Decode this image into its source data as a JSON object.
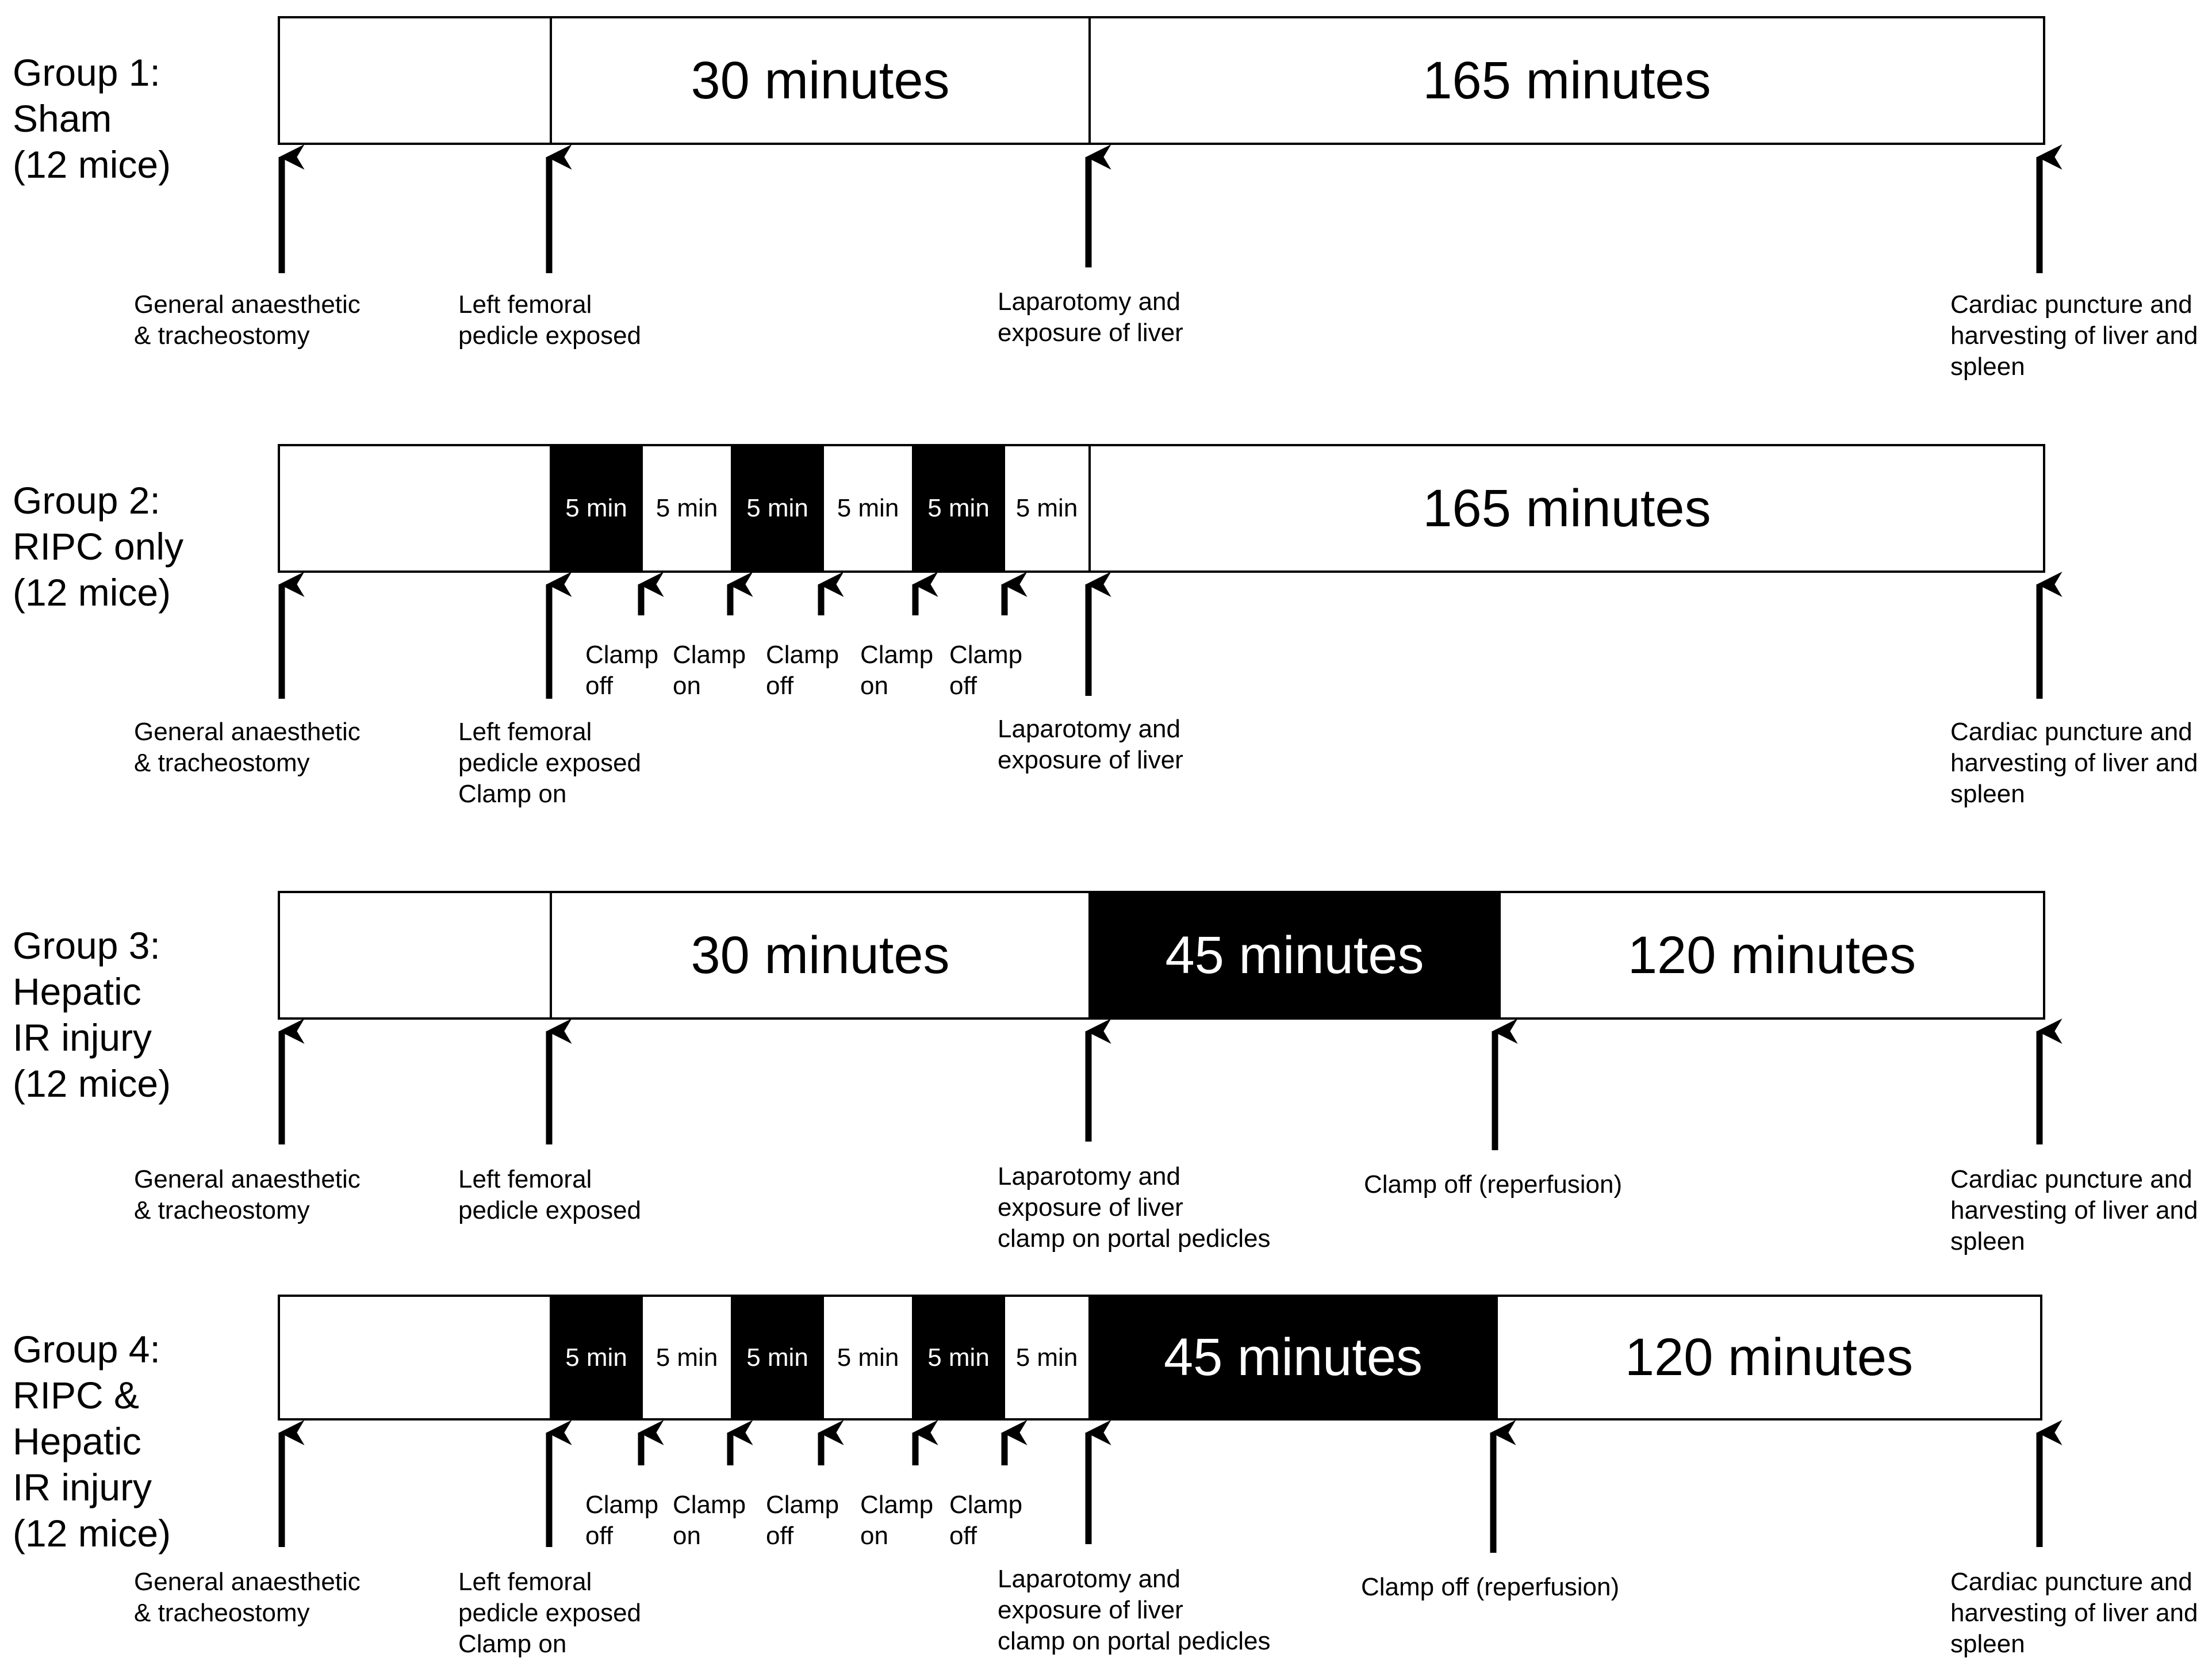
{
  "colors": {
    "line": "#000000",
    "dark_block": "#000000",
    "background": "#ffffff"
  },
  "groups": [
    {
      "id": "g1",
      "label_lines": [
        "Group 1:",
        "Sham",
        "(12 mice)"
      ],
      "segments": [
        {
          "text": "",
          "dark": false,
          "size": "big"
        },
        {
          "text": "30 minutes",
          "dark": false,
          "size": "big"
        },
        {
          "text": "165 minutes",
          "dark": false,
          "size": "big"
        }
      ],
      "events": [
        {
          "lines": [
            "General anaesthetic",
            "& tracheostomy"
          ]
        },
        {
          "lines": [
            "Left femoral",
            "pedicle exposed"
          ]
        },
        {
          "lines": [
            "Laparotomy and",
            "exposure of liver"
          ]
        },
        {
          "lines": [
            "Cardiac puncture and",
            "harvesting of liver and",
            "spleen"
          ]
        }
      ],
      "clamp_events": []
    },
    {
      "id": "g2",
      "label_lines": [
        "Group 2:",
        "RIPC only",
        "(12 mice)"
      ],
      "segments": [
        {
          "text": "",
          "dark": false,
          "size": "big"
        },
        {
          "text": "5 min",
          "dark": true,
          "size": "small"
        },
        {
          "text": "5 min",
          "dark": false,
          "size": "small"
        },
        {
          "text": "5 min",
          "dark": true,
          "size": "small"
        },
        {
          "text": "5 min",
          "dark": false,
          "size": "small"
        },
        {
          "text": "5 min",
          "dark": true,
          "size": "small"
        },
        {
          "text": "5 min",
          "dark": false,
          "size": "small"
        },
        {
          "text": "165 minutes",
          "dark": false,
          "size": "big"
        }
      ],
      "events": [
        {
          "lines": [
            "General anaesthetic",
            "& tracheostomy"
          ]
        },
        {
          "lines": [
            "Left femoral",
            "pedicle exposed",
            "Clamp on"
          ]
        },
        {
          "lines": [
            "Laparotomy and",
            "exposure of liver"
          ]
        },
        {
          "lines": [
            "Cardiac puncture and",
            "harvesting of liver and",
            "spleen"
          ]
        }
      ],
      "clamp_events": [
        {
          "lines": [
            "Clamp",
            "off"
          ]
        },
        {
          "lines": [
            "Clamp",
            "on"
          ]
        },
        {
          "lines": [
            "Clamp",
            "off"
          ]
        },
        {
          "lines": [
            "Clamp",
            "on"
          ]
        },
        {
          "lines": [
            "Clamp",
            "off"
          ]
        }
      ]
    },
    {
      "id": "g3",
      "label_lines": [
        "Group 3:",
        "Hepatic",
        "IR injury",
        "(12 mice)"
      ],
      "segments": [
        {
          "text": "",
          "dark": false,
          "size": "big"
        },
        {
          "text": "30 minutes",
          "dark": false,
          "size": "big"
        },
        {
          "text": "45 minutes",
          "dark": true,
          "size": "big"
        },
        {
          "text": "120 minutes",
          "dark": false,
          "size": "big"
        }
      ],
      "events": [
        {
          "lines": [
            "General anaesthetic",
            "& tracheostomy"
          ]
        },
        {
          "lines": [
            "Left femoral",
            "pedicle exposed"
          ]
        },
        {
          "lines": [
            "Laparotomy and",
            "exposure of liver",
            "clamp on portal pedicles"
          ]
        },
        {
          "lines": [
            "Clamp off (reperfusion)"
          ]
        },
        {
          "lines": [
            "Cardiac puncture and",
            "harvesting of liver and",
            "spleen"
          ]
        }
      ],
      "clamp_events": []
    },
    {
      "id": "g4",
      "label_lines": [
        "Group 4:",
        "RIPC &",
        "Hepatic",
        "IR injury",
        "(12 mice)"
      ],
      "segments": [
        {
          "text": "",
          "dark": false,
          "size": "big"
        },
        {
          "text": "5 min",
          "dark": true,
          "size": "small"
        },
        {
          "text": "5 min",
          "dark": false,
          "size": "small"
        },
        {
          "text": "5 min",
          "dark": true,
          "size": "small"
        },
        {
          "text": "5 min",
          "dark": false,
          "size": "small"
        },
        {
          "text": "5 min",
          "dark": true,
          "size": "small"
        },
        {
          "text": "5 min",
          "dark": false,
          "size": "small"
        },
        {
          "text": "45 minutes",
          "dark": true,
          "size": "big"
        },
        {
          "text": "120 minutes",
          "dark": false,
          "size": "big"
        }
      ],
      "events": [
        {
          "lines": [
            "General anaesthetic",
            "& tracheostomy"
          ]
        },
        {
          "lines": [
            "Left femoral",
            "pedicle exposed",
            "Clamp on"
          ]
        },
        {
          "lines": [
            "Laparotomy and",
            "exposure of liver",
            "clamp on portal pedicles"
          ]
        },
        {
          "lines": [
            "Clamp off (reperfusion)"
          ]
        },
        {
          "lines": [
            "Cardiac puncture and",
            "harvesting of liver and",
            "spleen"
          ]
        }
      ],
      "clamp_events": [
        {
          "lines": [
            "Clamp",
            "off"
          ]
        },
        {
          "lines": [
            "Clamp",
            "on"
          ]
        },
        {
          "lines": [
            "Clamp",
            "off"
          ]
        },
        {
          "lines": [
            "Clamp",
            "on"
          ]
        },
        {
          "lines": [
            "Clamp",
            "off"
          ]
        }
      ]
    }
  ]
}
